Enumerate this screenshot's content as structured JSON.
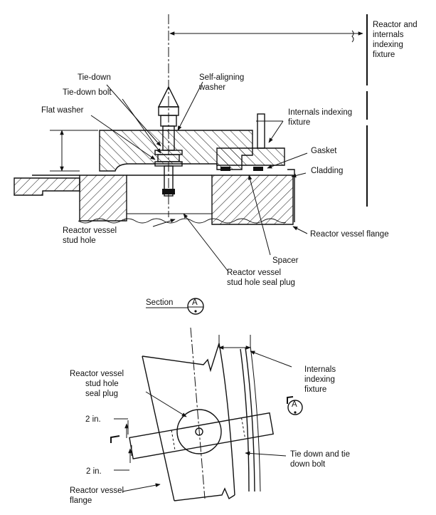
{
  "labels": {
    "reactor_internals_fixture": [
      "Reactor and",
      "internals",
      "indexing",
      "fixture"
    ],
    "tie_down": "Tie-down",
    "tie_down_bolt": "Tie-down bolt",
    "self_aligning_washer": [
      "Self-aligning",
      "washer"
    ],
    "flat_washer": "Flat washer",
    "internals_indexing_fixture_top": [
      "Internals indexing",
      "fixture"
    ],
    "gasket": "Gasket",
    "cladding": "Cladding",
    "rv_stud_hole": [
      "Reactor vessel",
      "stud hole"
    ],
    "rv_flange_top": "Reactor vessel flange",
    "spacer": "Spacer",
    "rv_stud_hole_seal_plug_top": [
      "Reactor vessel",
      "stud hole seal plug"
    ],
    "section": "Section",
    "section_mark": "A",
    "rv_stud_hole_seal_plug_bottom": [
      "Reactor vessel",
      "stud hole",
      "seal plug"
    ],
    "internals_indexing_fixture_bottom": [
      "Internals",
      "indexing",
      "fixture"
    ],
    "dim_upper": "2 in.",
    "dim_lower": "2 in.",
    "tie_down_and_bolt": [
      "Tie down and tie",
      "down bolt"
    ],
    "rv_flange_bottom": [
      "Reactor vessel",
      "flange"
    ]
  }
}
